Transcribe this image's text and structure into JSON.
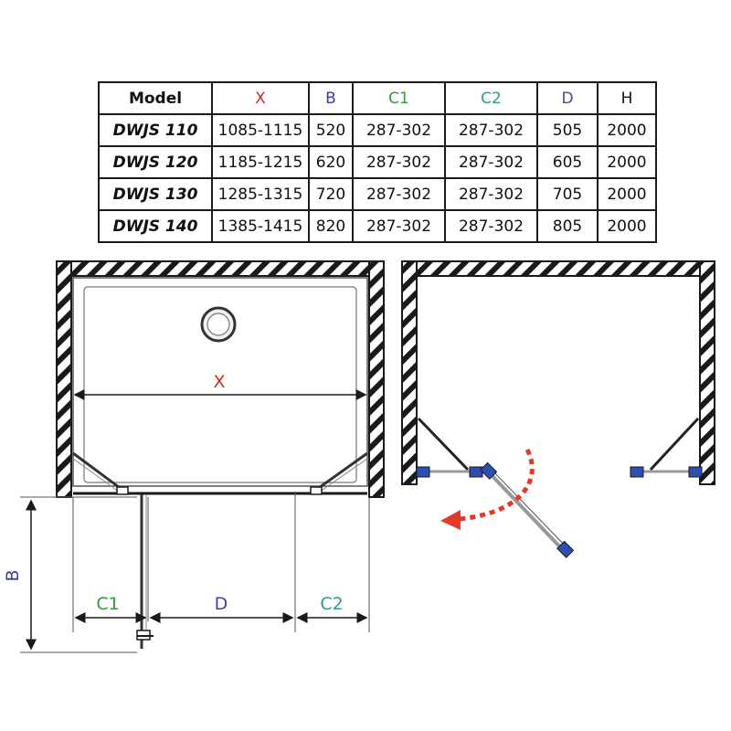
{
  "table": {
    "headers": [
      {
        "label": "Model",
        "color": "#111111"
      },
      {
        "label": "X",
        "color": "#d42a2a"
      },
      {
        "label": "B",
        "color": "#3b3b9a"
      },
      {
        "label": "C1",
        "color": "#2e9a3a"
      },
      {
        "label": "C2",
        "color": "#2e9a8a"
      },
      {
        "label": "D",
        "color": "#5a3aa0"
      },
      {
        "label": "H",
        "color": "#111111"
      }
    ],
    "rows": [
      {
        "model": "DWJS 110",
        "x": "1085-1115",
        "b": "520",
        "c1": "287-302",
        "c2": "287-302",
        "d": "505",
        "h": "2000"
      },
      {
        "model": "DWJS 120",
        "x": "1185-1215",
        "b": "620",
        "c1": "287-302",
        "c2": "287-302",
        "d": "605",
        "h": "2000"
      },
      {
        "model": "DWJS 130",
        "x": "1285-1315",
        "b": "720",
        "c1": "287-302",
        "c2": "287-302",
        "d": "705",
        "h": "2000"
      },
      {
        "model": "DWJS 140",
        "x": "1385-1415",
        "b": "820",
        "c1": "287-302",
        "c2": "287-302",
        "d": "805",
        "h": "2000"
      }
    ]
  },
  "diagram": {
    "labels": {
      "x": "X",
      "b": "B",
      "c1": "C1",
      "d": "D",
      "c2": "C2"
    },
    "colors": {
      "x": "#d42a2a",
      "b": "#3b3b9a",
      "c1": "#2e9a3a",
      "d": "#5a3aa0",
      "c2": "#2e9a8a",
      "hinge": "#2f4fb0",
      "arrow": "#e23a2a"
    }
  }
}
